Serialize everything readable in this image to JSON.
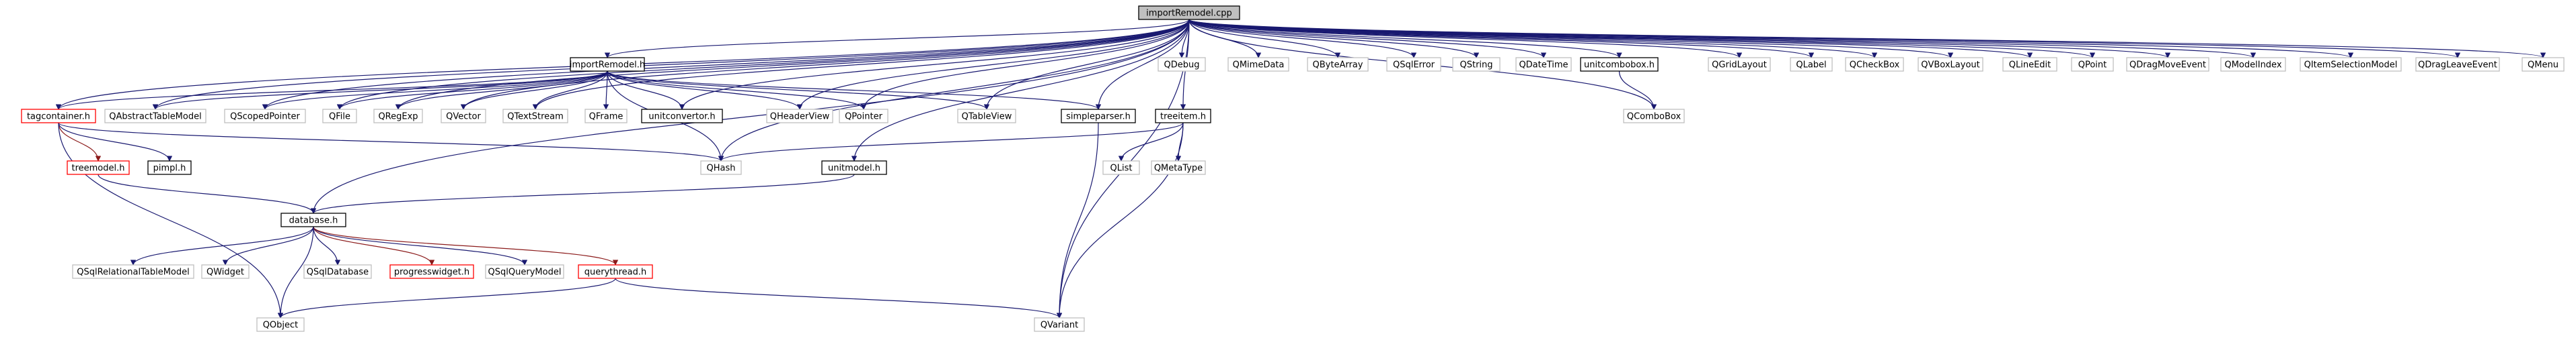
{
  "colors": {
    "edge": "#191970",
    "edge_red": "#8b1a1a",
    "box_dark": "#000000",
    "box_gray": "#bfbfbf",
    "box_red": "#ff0000",
    "root_fill": "#bfbfbf"
  },
  "nodes": {
    "root": "importRemodel.cpp",
    "importremodel_h": "importRemodel.h",
    "qdebug": "QDebug",
    "qmimedata": "QMimeData",
    "qbytearray": "QByteArray",
    "qsqlerror": "QSqlError",
    "qstring": "QString",
    "qdatetime": "QDateTime",
    "unitcombobox_h": "unitcombobox.h",
    "qgridlayout": "QGridLayout",
    "qlabel": "QLabel",
    "qcheckbox": "QCheckBox",
    "qvboxlayout": "QVBoxLayout",
    "qlineedit": "QLineEdit",
    "qpoint": "QPoint",
    "qdragmoveevent": "QDragMoveEvent",
    "qmodelindex": "QModelIndex",
    "qitemselectionmodel": "QItemSelectionModel",
    "qdragleaveevent": "QDragLeaveEvent",
    "qmenu": "QMenu",
    "tagcontainer_h": "tagcontainer.h",
    "qabstracttablemodel": "QAbstractTableModel",
    "qscopedpointer": "QScopedPointer",
    "qfile": "QFile",
    "qregexp": "QRegExp",
    "qvector": "QVector",
    "qtextstream": "QTextStream",
    "qframe": "QFrame",
    "unitconvertor_h": "unitconvertor.h",
    "qheaderview": "QHeaderView",
    "qpointer": "QPointer",
    "qtableview": "QTableView",
    "simpleparser_h": "simpleparser.h",
    "treeitem_h": "treeitem.h",
    "qcombobox": "QComboBox",
    "treemodel_h": "treemodel.h",
    "pimpl_h": "pimpl.h",
    "qhash": "QHash",
    "qlist": "QList",
    "qmetatype": "QMetaType",
    "unitmodel_h": "unitmodel.h",
    "database_h": "database.h",
    "qsqlrelationaltablemodel": "QSqlRelationalTableModel",
    "qwidget": "QWidget",
    "qsqldatabase": "QSqlDatabase",
    "progresswidget_h": "progresswidget.h",
    "qsqlquerymodel": "QSqlQueryModel",
    "querythread_h": "querythread.h",
    "qobject": "QObject",
    "qvariant": "QVariant"
  }
}
